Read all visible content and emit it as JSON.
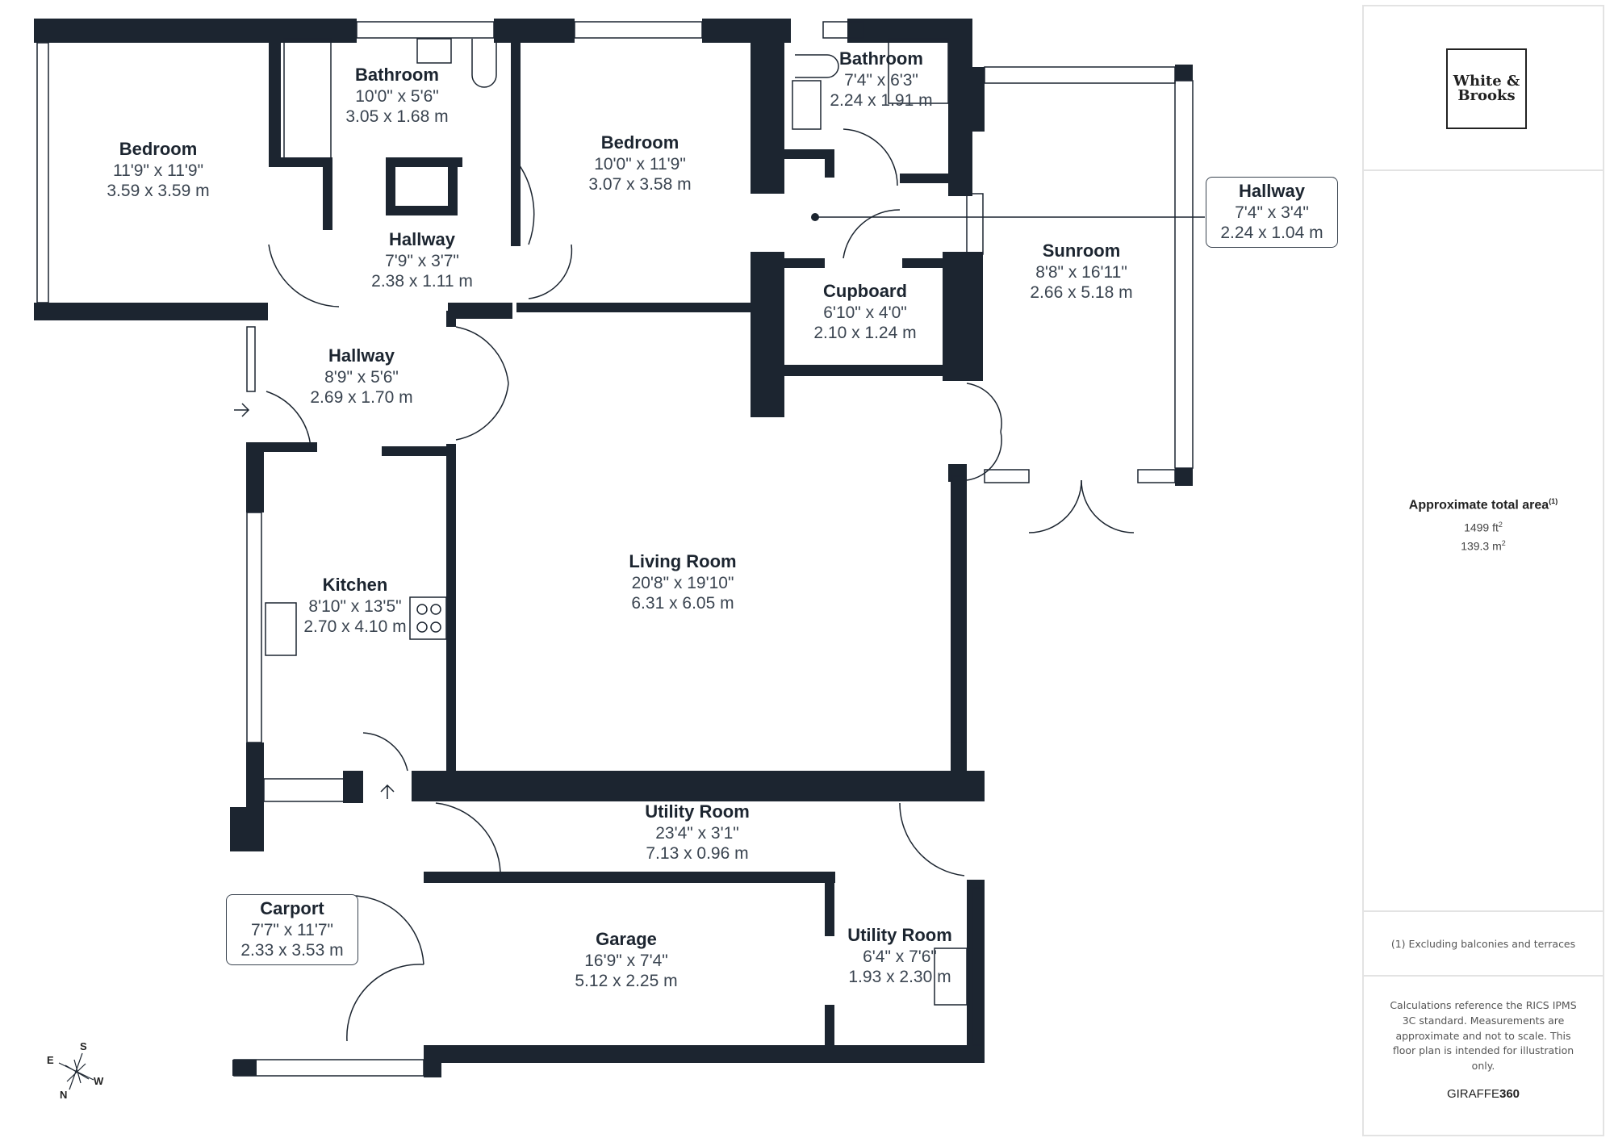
{
  "rooms": {
    "bedroom1": {
      "name": "Bedroom",
      "imperial": "11'9\" x 11'9\"",
      "metric": "3.59 x 3.59 m"
    },
    "bathroom1": {
      "name": "Bathroom",
      "imperial": "10'0\" x 5'6\"",
      "metric": "3.05 x 1.68 m"
    },
    "bedroom2": {
      "name": "Bedroom",
      "imperial": "10'0\" x 11'9\"",
      "metric": "3.07 x 3.58 m"
    },
    "bathroom2": {
      "name": "Bathroom",
      "imperial": "7'4\" x 6'3\"",
      "metric": "2.24 x 1.91 m"
    },
    "hallway_top": {
      "name": "Hallway",
      "imperial": "7'9\" x 3'7\"",
      "metric": "2.38 x 1.11 m"
    },
    "hallway_callout": {
      "name": "Hallway",
      "imperial": "7'4\" x 3'4\"",
      "metric": "2.24 x 1.04 m"
    },
    "cupboard": {
      "name": "Cupboard",
      "imperial": "6'10\" x 4'0\"",
      "metric": "2.10 x 1.24 m"
    },
    "sunroom": {
      "name": "Sunroom",
      "imperial": "8'8\" x 16'11\"",
      "metric": "2.66 x 5.18 m"
    },
    "hallway_entry": {
      "name": "Hallway",
      "imperial": "8'9\" x 5'6\"",
      "metric": "2.69 x 1.70 m"
    },
    "kitchen": {
      "name": "Kitchen",
      "imperial": "8'10\" x 13'5\"",
      "metric": "2.70 x 4.10 m"
    },
    "living_room": {
      "name": "Living Room",
      "imperial": "20'8\" x 19'10\"",
      "metric": "6.31 x 6.05 m"
    },
    "utility_long": {
      "name": "Utility Room",
      "imperial": "23'4\" x 3'1\"",
      "metric": "7.13 x 0.96 m"
    },
    "garage": {
      "name": "Garage",
      "imperial": "16'9\" x 7'4\"",
      "metric": "5.12 x 2.25 m"
    },
    "utility_small": {
      "name": "Utility Room",
      "imperial": "6'4\" x 7'6\"",
      "metric": "1.93 x 2.30 m"
    },
    "carport": {
      "name": "Carport",
      "imperial": "7'7\" x 11'7\"",
      "metric": "2.33 x 3.53 m"
    }
  },
  "compass": {
    "n": "N",
    "s": "S",
    "e": "E",
    "w": "W"
  },
  "sidebar": {
    "logo_line1": "White &",
    "logo_line2": "Brooks",
    "area_title": "Approximate total area",
    "area_footnote_marker": "(1)",
    "area_sqft": "1499 ft",
    "area_sqm": "139.3 m",
    "sq_sup": "2",
    "footnote": "(1) Excluding balconies and terraces",
    "disclaimer": "Calculations reference the RICS IPMS 3C standard. Measurements are approximate and not to scale. This floor plan is intended for illustration only.",
    "brand_prefix": "GIRAFFE",
    "brand_suffix": "360"
  },
  "colors": {
    "wall": "#1c2530",
    "text_dark": "#1c2530",
    "text_dim": "#3a4450",
    "divider": "#e3e3e3"
  }
}
